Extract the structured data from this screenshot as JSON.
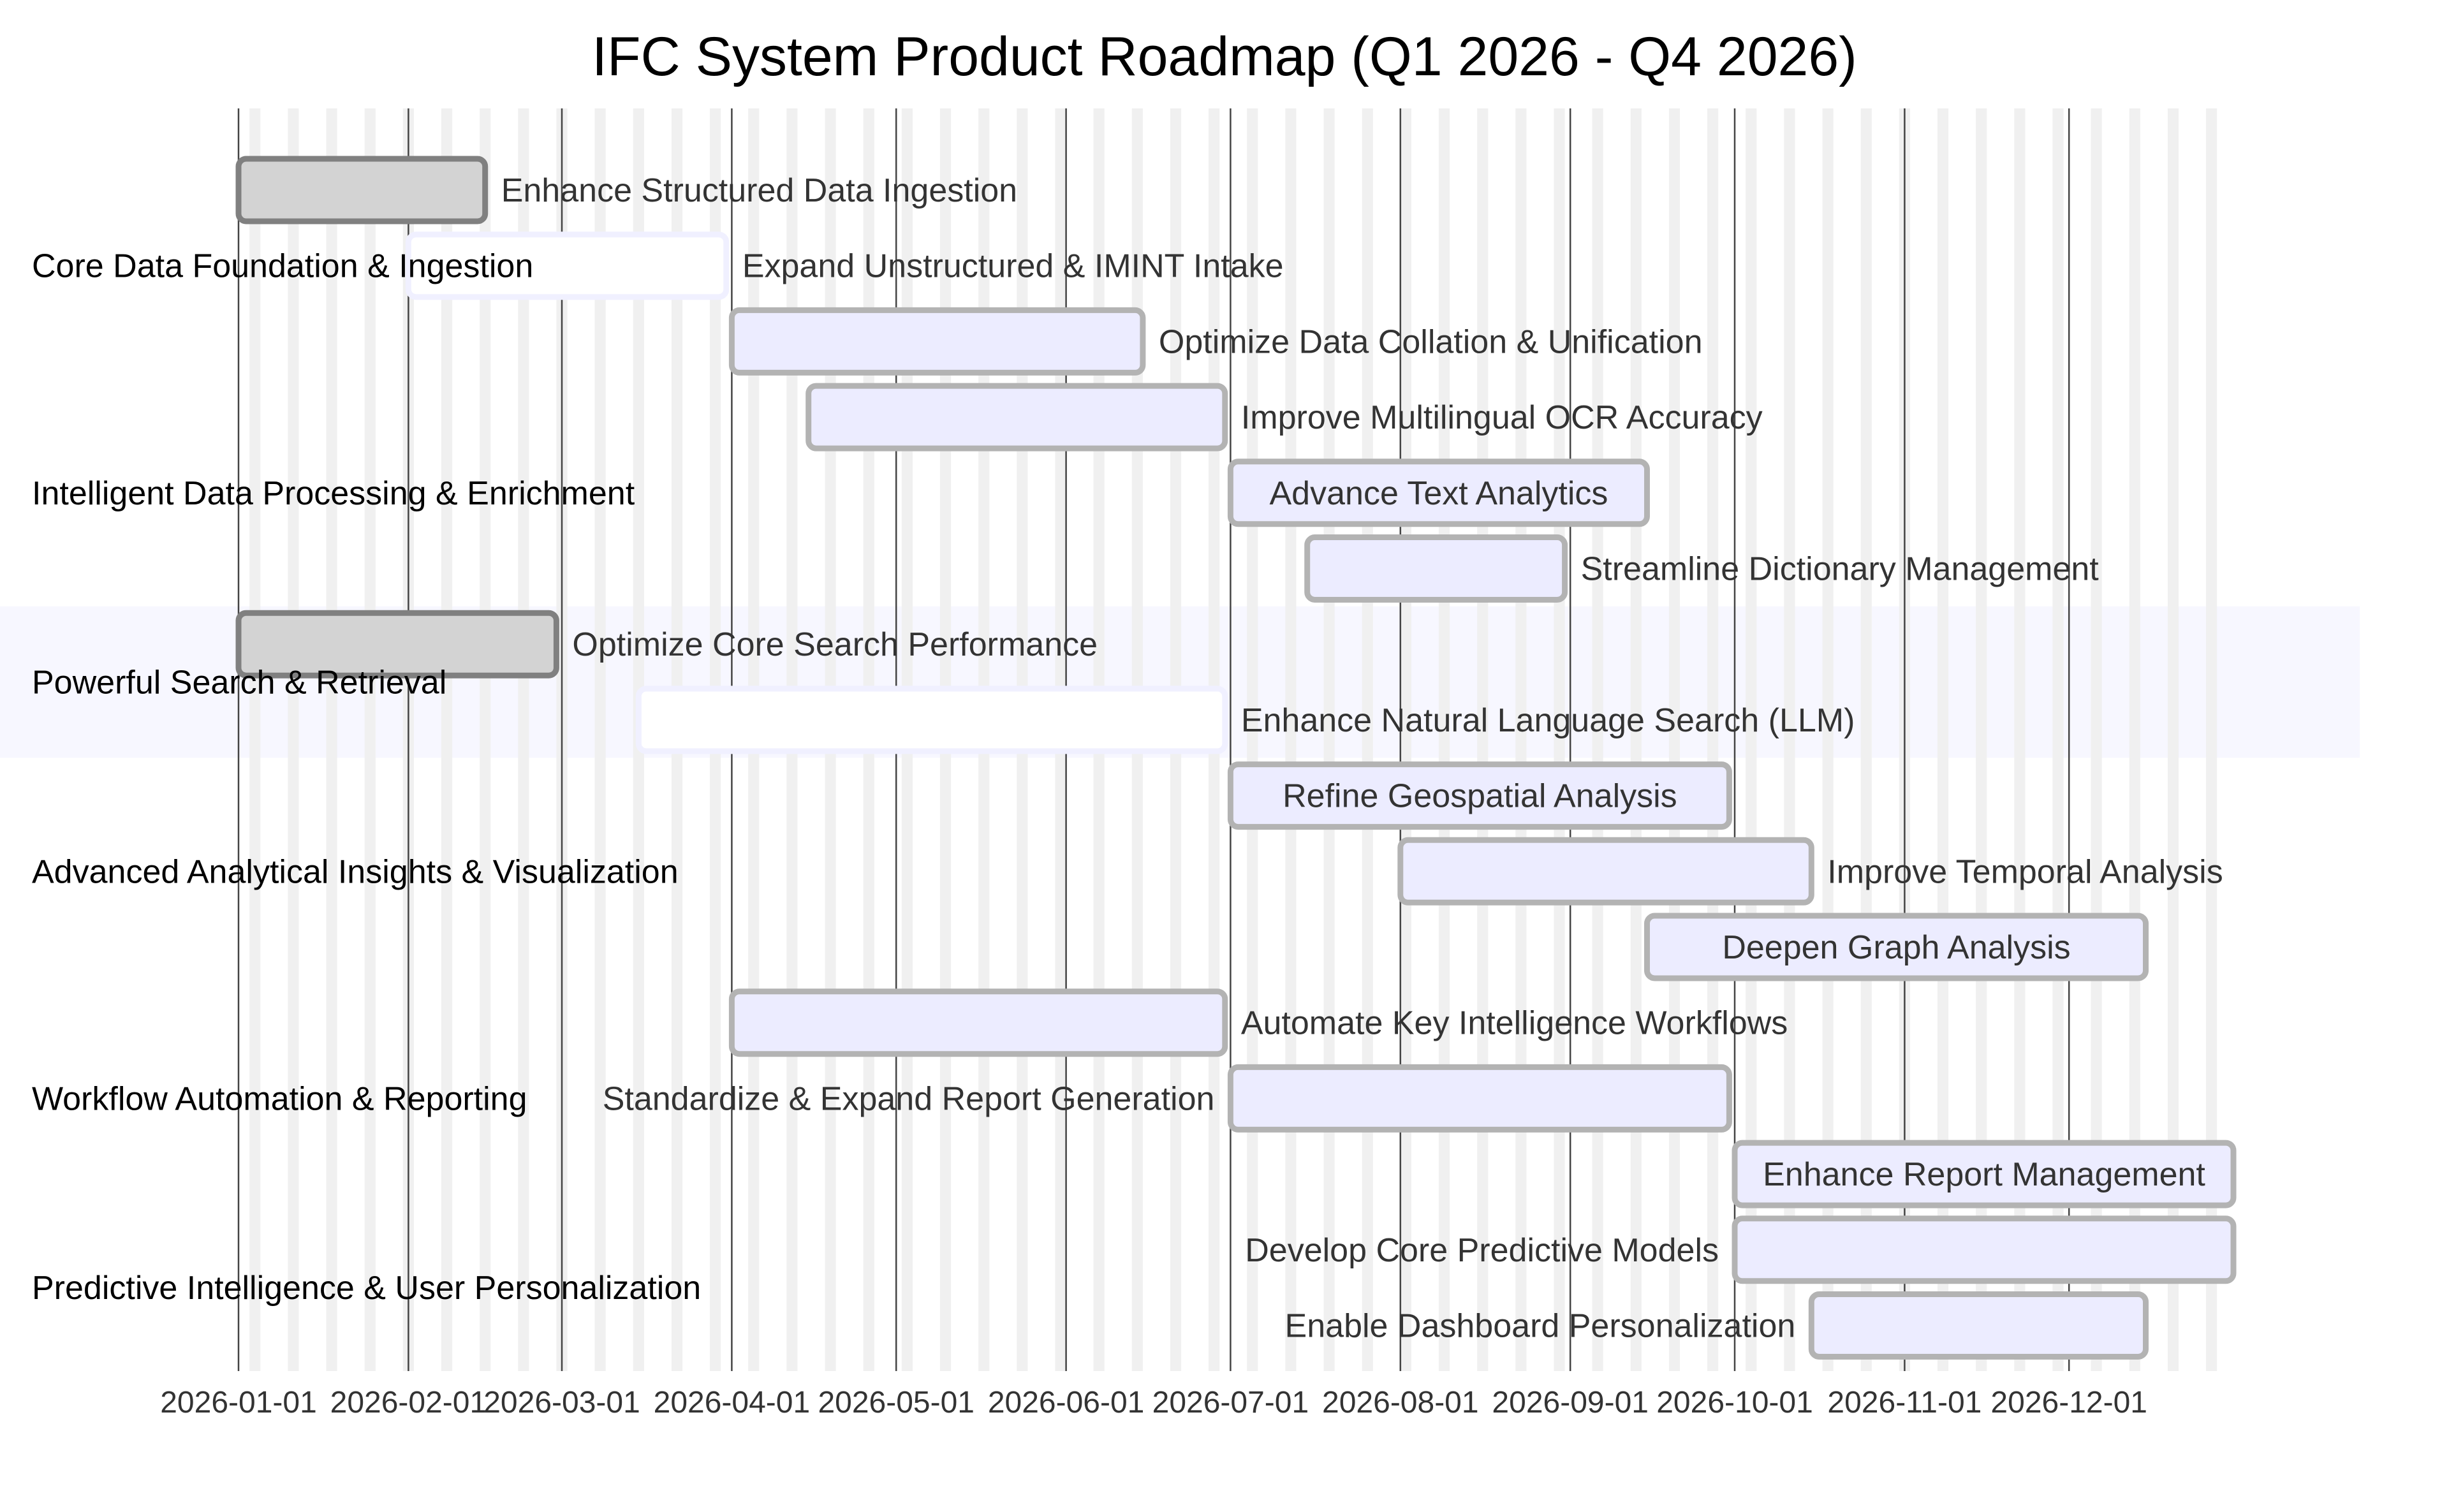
{
  "chart_data": {
    "type": "gantt",
    "title": "IFC System Product Roadmap (Q1 2026 - Q4 2026)",
    "x_range": [
      "2026-01-01",
      "2026-12-31"
    ],
    "x_ticks": [
      "2026-01-01",
      "2026-02-01",
      "2026-03-01",
      "2026-04-01",
      "2026-05-01",
      "2026-06-01",
      "2026-07-01",
      "2026-08-01",
      "2026-09-01",
      "2026-10-01",
      "2026-11-01",
      "2026-12-01"
    ],
    "colors": {
      "task_fill": "#ececff",
      "task_stroke": "#b3b3b3",
      "done_fill": "#d3d3d3",
      "done_stroke": "#808080",
      "active_fill": "#ffffff",
      "active_stroke": "#f0f0ff",
      "section_band": "#f7f7ff",
      "weekend_band": "#f0f0f0",
      "grid_line": "#444444"
    },
    "sections": [
      {
        "name": "Core Data Foundation & Ingestion",
        "tasks": [
          {
            "name": "Enhance Structured Data Ingestion",
            "start": "2026-01-01",
            "end": "2026-02-15",
            "status": "done"
          },
          {
            "name": "Expand Unstructured & IMINT Intake",
            "start": "2026-02-01",
            "end": "2026-03-31",
            "status": "active"
          },
          {
            "name": "Optimize Data Collation & Unification",
            "start": "2026-04-01",
            "end": "2026-06-15",
            "status": "planned"
          }
        ]
      },
      {
        "name": "Intelligent Data Processing & Enrichment",
        "tasks": [
          {
            "name": "Improve Multilingual OCR Accuracy",
            "start": "2026-04-15",
            "end": "2026-06-30",
            "status": "planned"
          },
          {
            "name": "Advance Text Analytics",
            "start": "2026-07-01",
            "end": "2026-09-15",
            "status": "planned"
          },
          {
            "name": "Streamline Dictionary Management",
            "start": "2026-07-15",
            "end": "2026-08-31",
            "status": "planned"
          }
        ]
      },
      {
        "name": "Powerful Search & Retrieval",
        "tasks": [
          {
            "name": "Optimize Core Search Performance",
            "start": "2026-01-01",
            "end": "2026-02-28",
            "status": "done"
          },
          {
            "name": "Enhance Natural Language Search (LLM)",
            "start": "2026-03-15",
            "end": "2026-06-30",
            "status": "active"
          }
        ]
      },
      {
        "name": "Advanced Analytical Insights & Visualization",
        "tasks": [
          {
            "name": "Refine Geospatial Analysis",
            "start": "2026-07-01",
            "end": "2026-09-30",
            "status": "planned"
          },
          {
            "name": "Improve Temporal Analysis",
            "start": "2026-08-01",
            "end": "2026-10-15",
            "status": "planned"
          },
          {
            "name": "Deepen Graph Analysis",
            "start": "2026-09-15",
            "end": "2026-12-15",
            "status": "planned"
          }
        ]
      },
      {
        "name": "Workflow Automation & Reporting",
        "tasks": [
          {
            "name": "Automate Key Intelligence Workflows",
            "start": "2026-04-01",
            "end": "2026-06-30",
            "status": "planned"
          },
          {
            "name": "Standardize & Expand Report Generation",
            "start": "2026-07-01",
            "end": "2026-09-30",
            "status": "planned"
          },
          {
            "name": "Enhance Report Management",
            "start": "2026-10-01",
            "end": "2026-12-31",
            "status": "planned"
          }
        ]
      },
      {
        "name": "Predictive Intelligence & User Personalization",
        "tasks": [
          {
            "name": "Develop Core Predictive Models",
            "start": "2026-10-01",
            "end": "2026-12-31",
            "status": "planned"
          },
          {
            "name": "Enable Dashboard Personalization",
            "start": "2026-10-15",
            "end": "2026-12-15",
            "status": "planned"
          }
        ]
      }
    ]
  }
}
